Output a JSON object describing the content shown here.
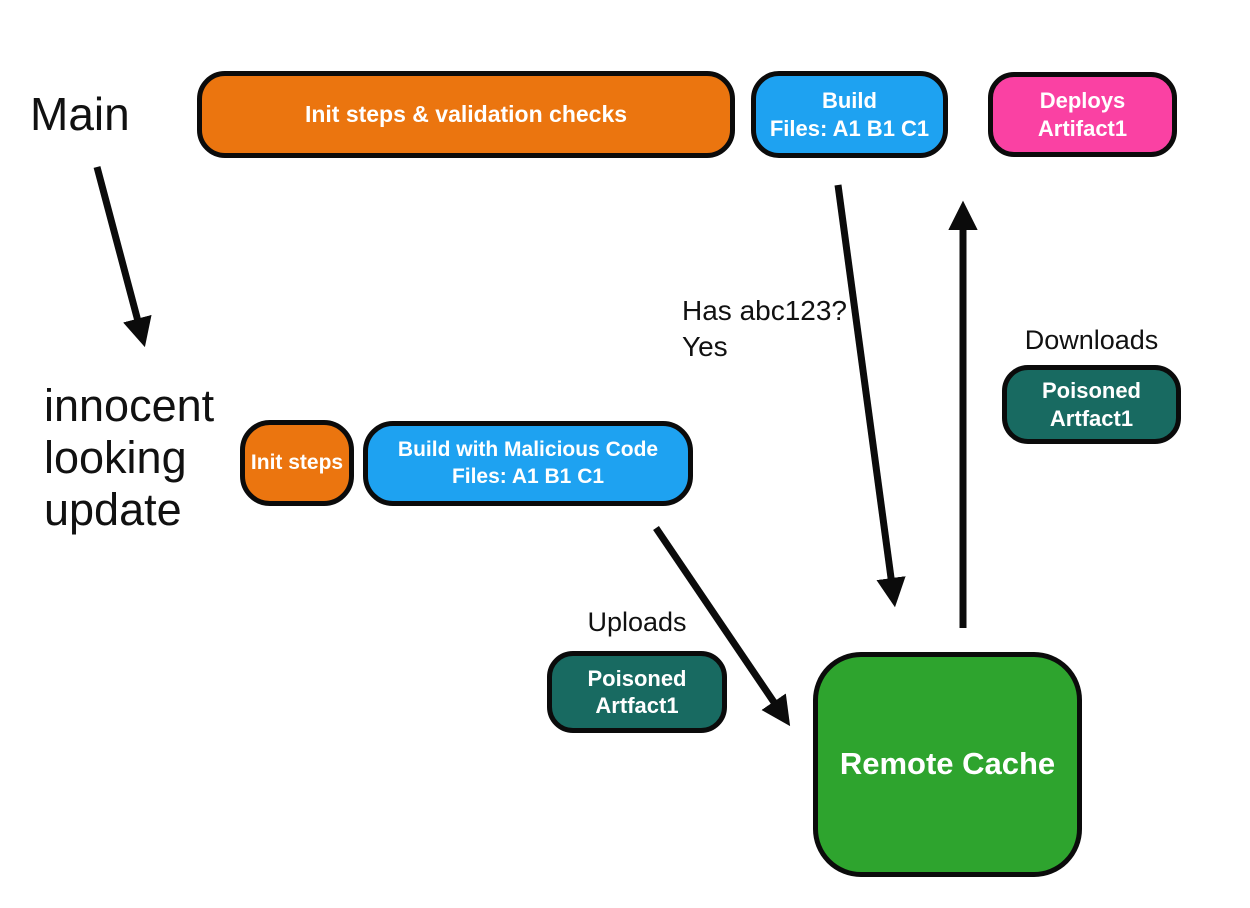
{
  "colors": {
    "orange": "#EB750F",
    "blue": "#1EA2F1",
    "pink": "#FA41A3",
    "teal": "#186A61",
    "green": "#2EA42E",
    "ink": "#0B0B0B"
  },
  "labels": {
    "main": "Main",
    "innocent": "innocent\nlooking\nupdate",
    "has_abc123": "Has abc123?\nYes",
    "uploads": "Uploads",
    "downloads": "Downloads"
  },
  "nodes": {
    "init_validation": "Init steps & validation checks",
    "build": "Build\nFiles: A1 B1 C1",
    "deploys": "Deploys\nArtifact1",
    "init_steps": "Init steps",
    "build_malicious": "Build with Malicious Code\nFiles: A1 B1 C1",
    "poisoned_download": "Poisoned\nArtfact1",
    "poisoned_upload": "Poisoned\nArtfact1",
    "remote_cache": "Remote Cache"
  }
}
